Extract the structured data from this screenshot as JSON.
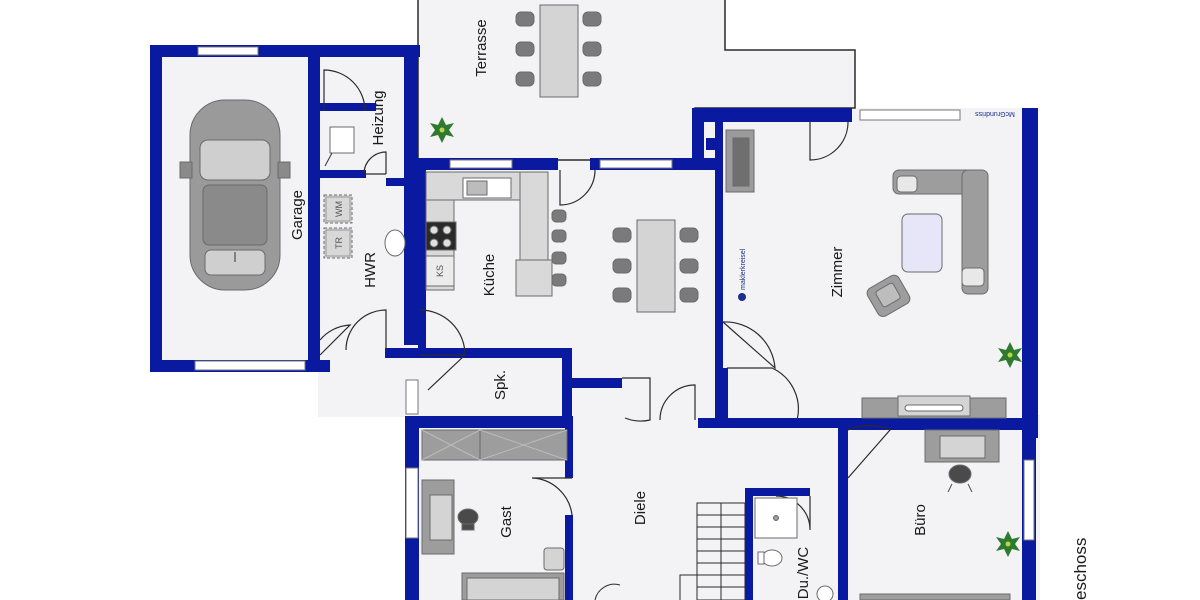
{
  "rooms": {
    "terrasse": "Terrasse",
    "garage": "Garage",
    "heizung": "Heizung",
    "hwr": "HWR",
    "kueche": "Küche",
    "zimmer": "Zimmer",
    "spk": "Spk.",
    "gast": "Gast",
    "diele": "Diele",
    "buero": "Büro",
    "duwc": "Du./WC"
  },
  "appliances": {
    "wm": "WM",
    "tr": "TR",
    "ks": "KS"
  },
  "watermarks": {
    "maklerkreisel": "maklerkreisel",
    "mcgrundriss": "McGrundriss"
  },
  "floor_label": "eschoss",
  "colors": {
    "wall": "#0a1aa0",
    "floor": "#f3f3f5",
    "furniture": "#a8a8a8",
    "window": "#ffffff"
  }
}
